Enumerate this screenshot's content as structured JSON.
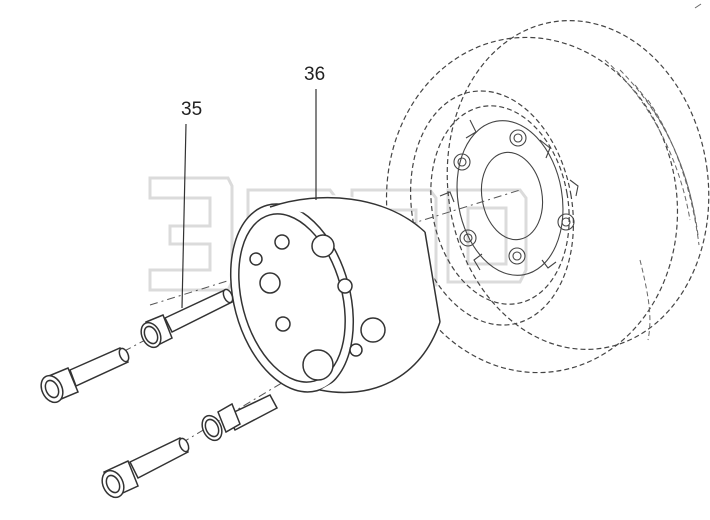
{
  "figure": {
    "callouts": [
      {
        "id": "35",
        "text": "35"
      },
      {
        "id": "36",
        "text": "36"
      }
    ],
    "watermark": "ЭПОС",
    "colors": {
      "line": "#333333",
      "watermark": "#d9d9d9",
      "background": "#ffffff"
    }
  }
}
